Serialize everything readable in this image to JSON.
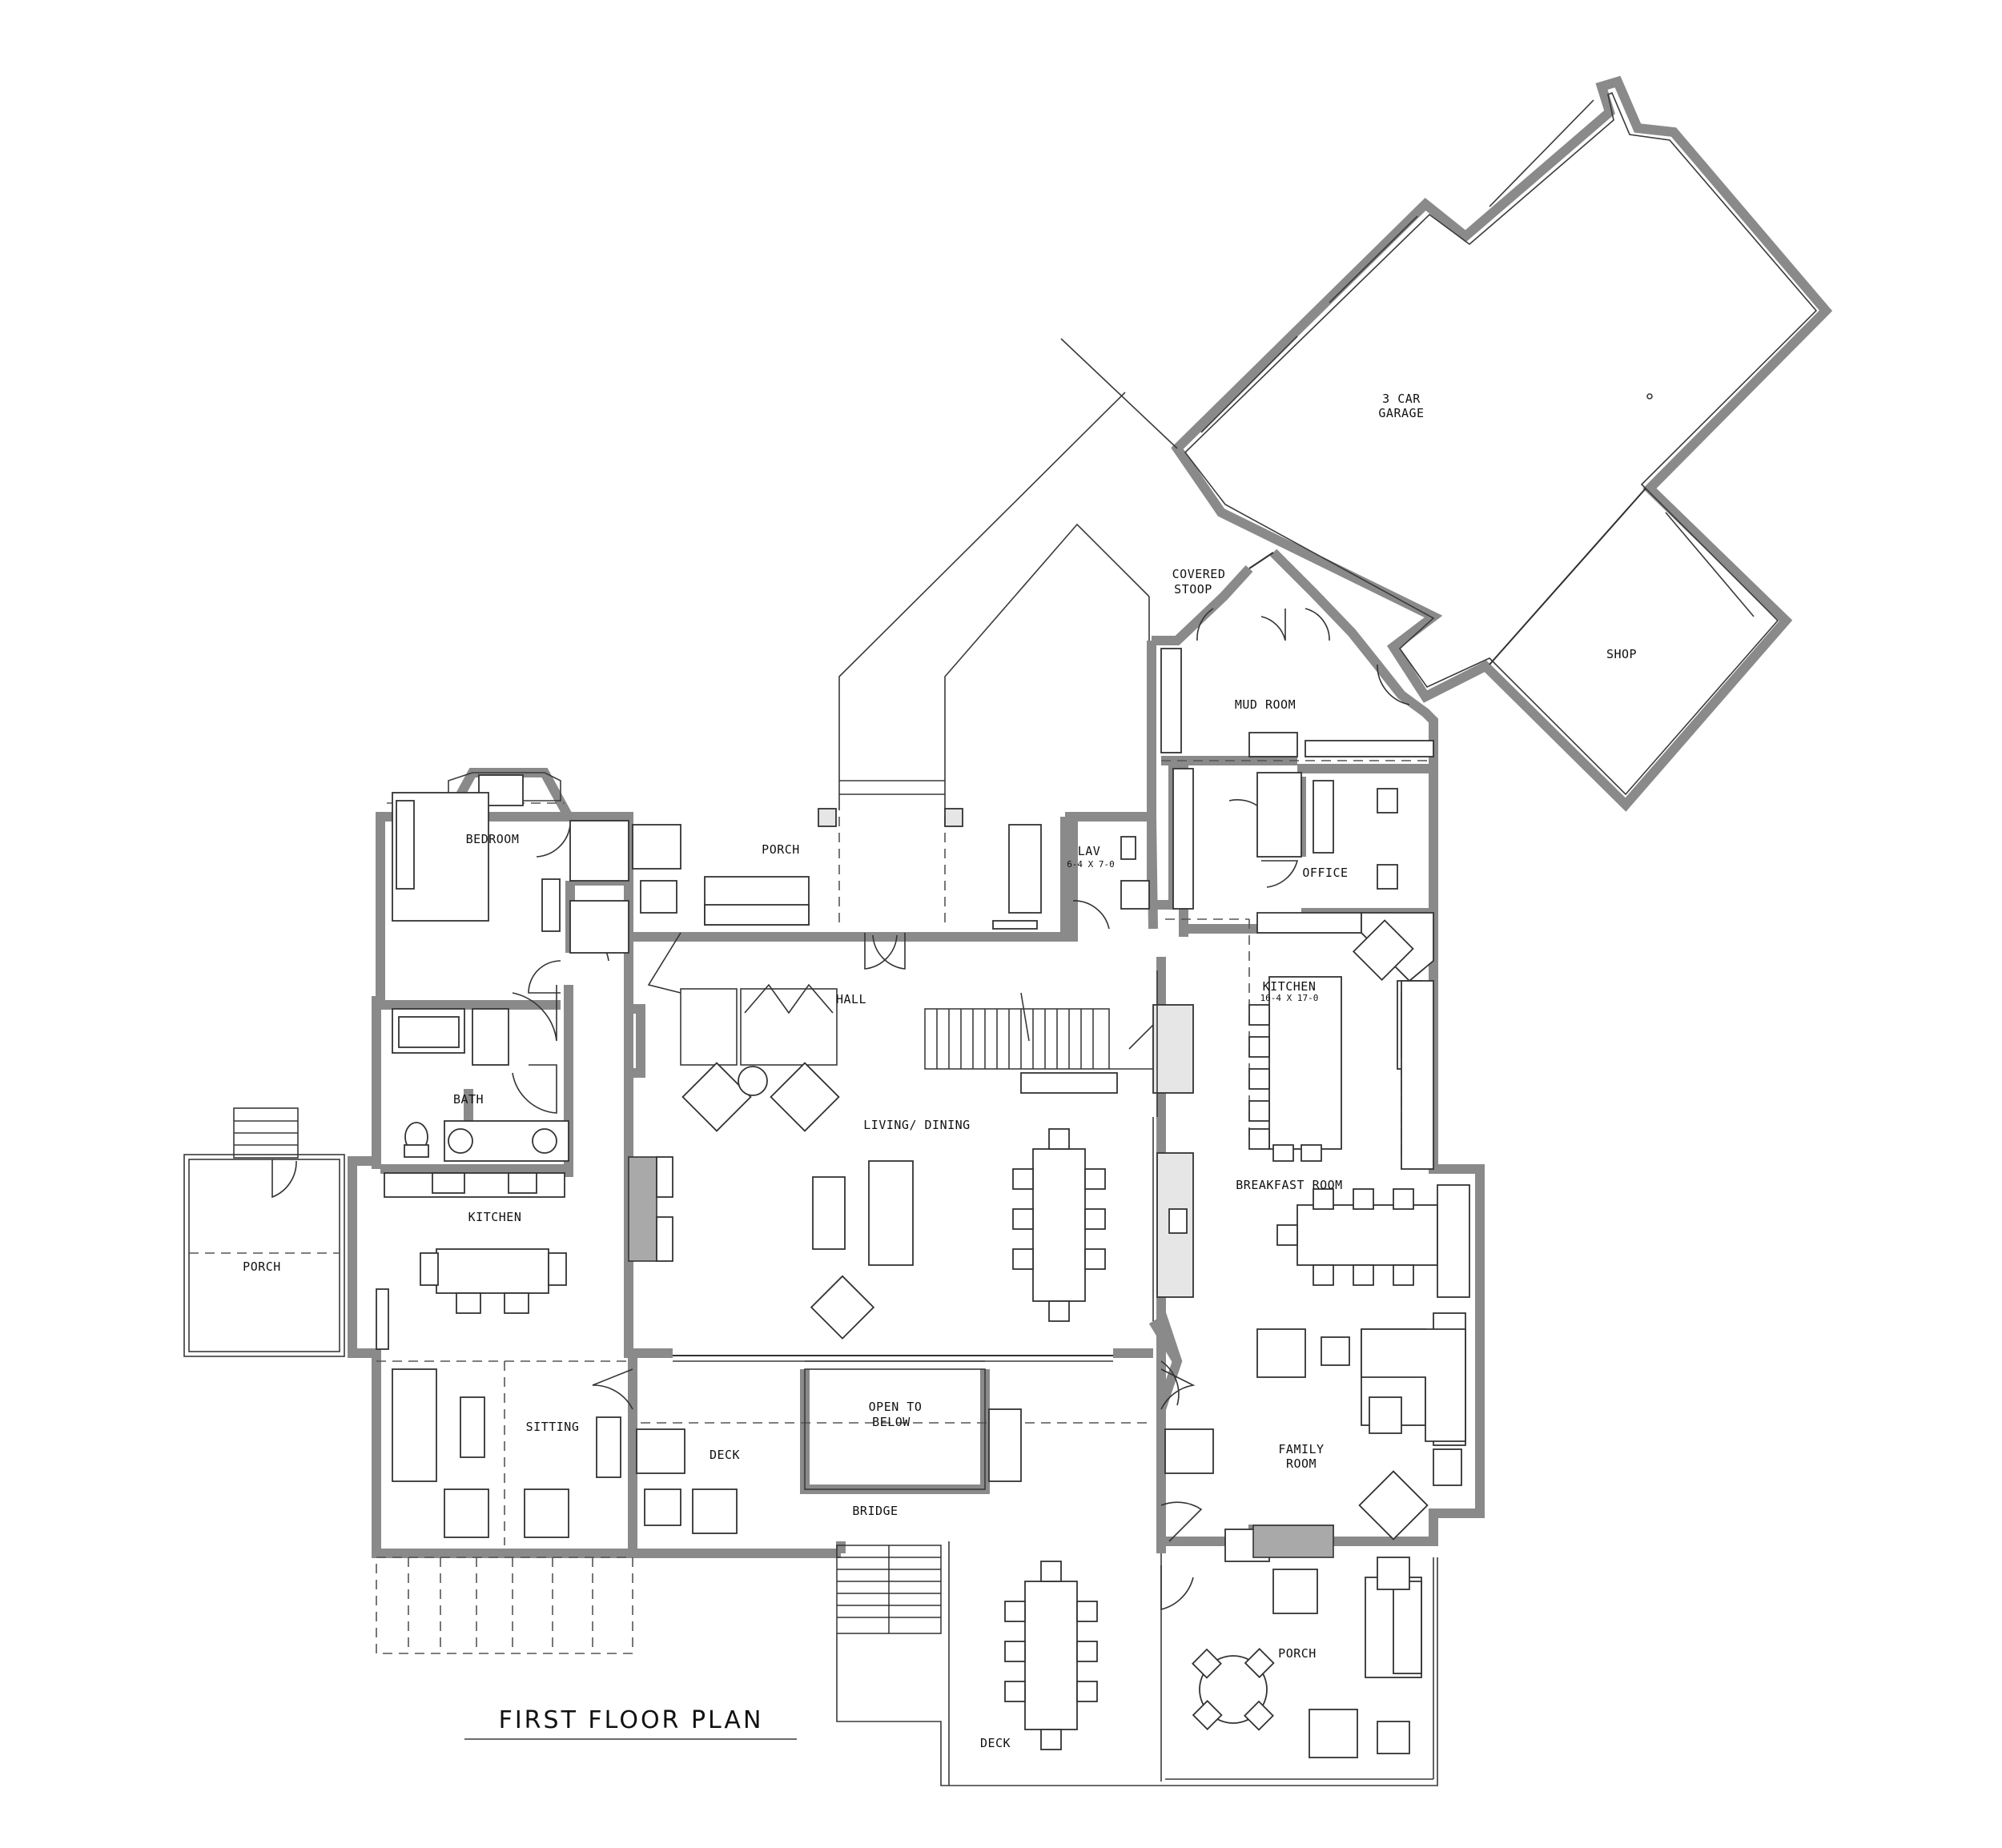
{
  "title": "FIRST FLOOR PLAN",
  "rooms": {
    "garage": [
      "3 CAR",
      "GARAGE"
    ],
    "shop": "SHOP",
    "covered_stoop": [
      "COVERED",
      "STOOP"
    ],
    "mud_room": "MUD ROOM",
    "office": "OFFICE",
    "lav": "LAV",
    "lav_dim": "6-4 X 7-0",
    "porch_north": "PORCH",
    "hall": "HALL",
    "bedroom": "BEDROOM",
    "bath": "BATH",
    "kitchen_guest": "KITCHEN",
    "porch_west": "PORCH",
    "sitting": "SITTING",
    "living_dining": "LIVING/ DINING",
    "kitchen_main": "KITCHEN",
    "kitchen_main_dim": "16-4 X 17-0",
    "breakfast_room": "BREAKFAST ROOM",
    "family_room": [
      "FAMILY",
      "ROOM"
    ],
    "open_to_below": [
      "OPEN TO",
      "BELOW"
    ],
    "deck_upper": "DECK",
    "bridge": "BRIDGE",
    "deck_lower": "DECK",
    "porch_south": "PORCH"
  }
}
